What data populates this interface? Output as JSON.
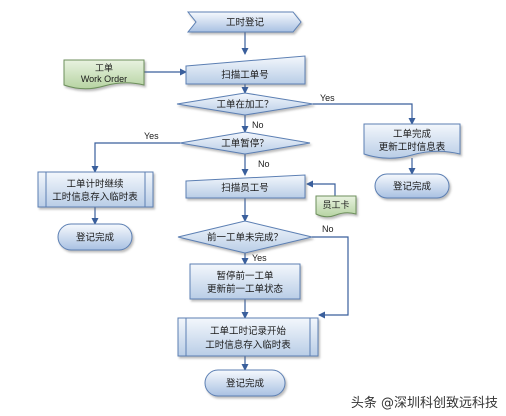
{
  "colors": {
    "node_fill_top": "#f3f7fc",
    "node_fill_bottom": "#b9cde6",
    "node_stroke": "#5b7fb3",
    "arrow": "#3a5f9c",
    "doc_fill": "#cfe2c4",
    "card_fill": "#d6e8c8"
  },
  "nodes": {
    "start": "工时登记",
    "scan_order": "扫描工单号",
    "work_order_doc_line1": "工单",
    "work_order_doc_line2": "Work Order",
    "q_in_process": "工单在加工？",
    "done_right_line1": "工单完成",
    "done_right_line2": "更新工时信息表",
    "end_right": "登记完成",
    "q_paused": "工单暂停？",
    "continue_line1": "工单计时继续",
    "continue_line2": "工时信息存入临时表",
    "end_left": "登记完成",
    "scan_emp": "扫描员工号",
    "emp_card": "员工卡",
    "q_prev_done": "前一工单未完成？",
    "pause_prev_line1": "暂停前一工单",
    "pause_prev_line2": "更新前一工单状态",
    "record_line1": "工单工时记录开始",
    "record_line2": "工时信息存入临时表",
    "end_bottom": "登记完成"
  },
  "edges": {
    "yes1": "Yes",
    "no1": "No",
    "yes2": "Yes",
    "no2": "No",
    "yes3": "Yes",
    "no3": "No"
  },
  "watermark": "头条 @深圳科创致远科技"
}
